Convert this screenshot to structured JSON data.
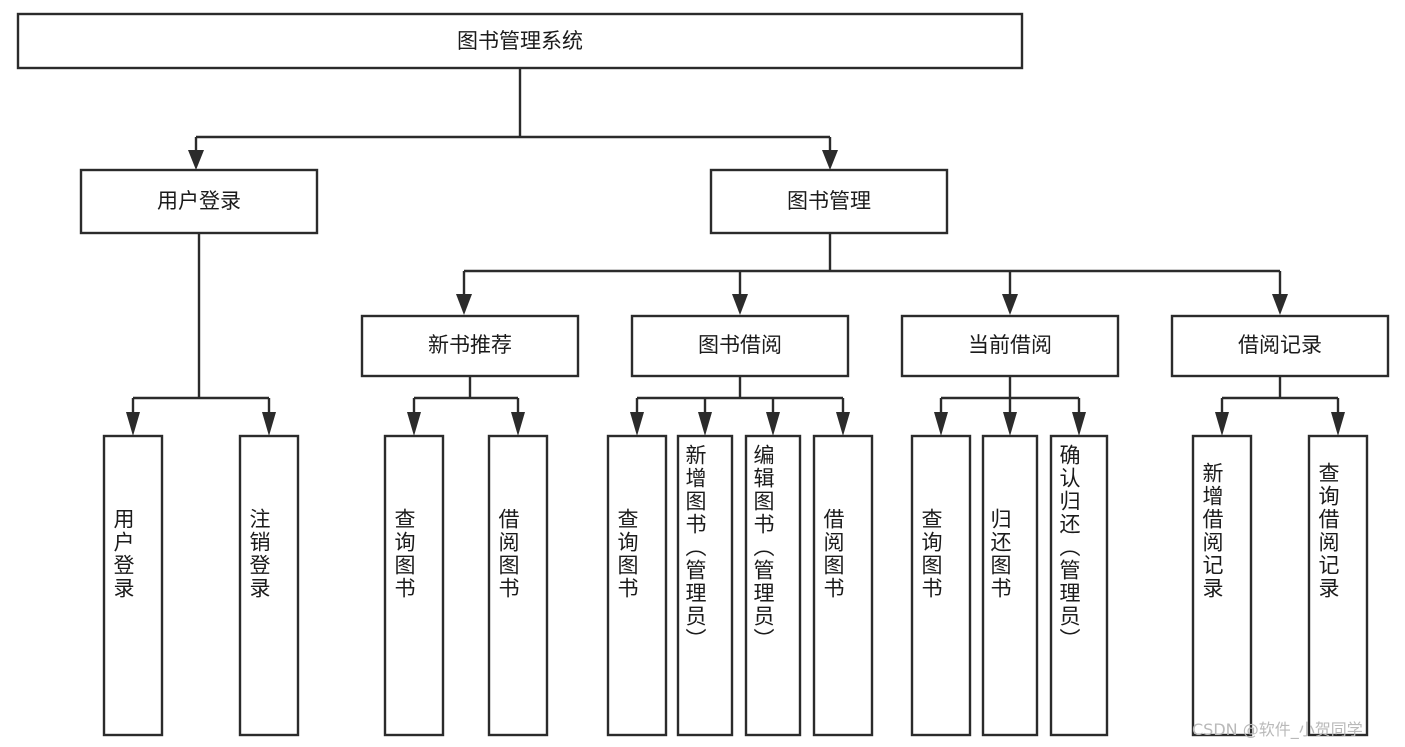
{
  "diagram": {
    "title": "图书管理系统",
    "type": "tree-hierarchy-chart",
    "watermark": "CSDN @软件_小贺同学",
    "colors": {
      "box_stroke": "#2b2b2b",
      "box_fill": "#ffffff",
      "text": "#1b1b1b",
      "watermark": "#b9b9b9",
      "background": "#ffffff"
    },
    "root": {
      "label": "图书管理系统"
    },
    "level2": [
      {
        "label": "用户登录"
      },
      {
        "label": "图书管理"
      }
    ],
    "level3": [
      {
        "label": "新书推荐"
      },
      {
        "label": "图书借阅"
      },
      {
        "label": "当前借阅"
      },
      {
        "label": "借阅记录"
      }
    ],
    "leaves": {
      "user_login": [
        {
          "label": "用户登录"
        },
        {
          "label": "注销登录"
        }
      ],
      "new_book_recommend": [
        {
          "label": "查询图书"
        },
        {
          "label": "借阅图书"
        }
      ],
      "book_borrow": [
        {
          "label": "查询图书"
        },
        {
          "label": "新增图书（管理员）"
        },
        {
          "label": "编辑图书（管理员）"
        },
        {
          "label": "借阅图书"
        }
      ],
      "current_borrow": [
        {
          "label": "查询图书"
        },
        {
          "label": "归还图书"
        },
        {
          "label": "确认归还（管理员）"
        }
      ],
      "borrow_records": [
        {
          "label": "新增借阅记录"
        },
        {
          "label": "查询借阅记录"
        }
      ]
    }
  }
}
